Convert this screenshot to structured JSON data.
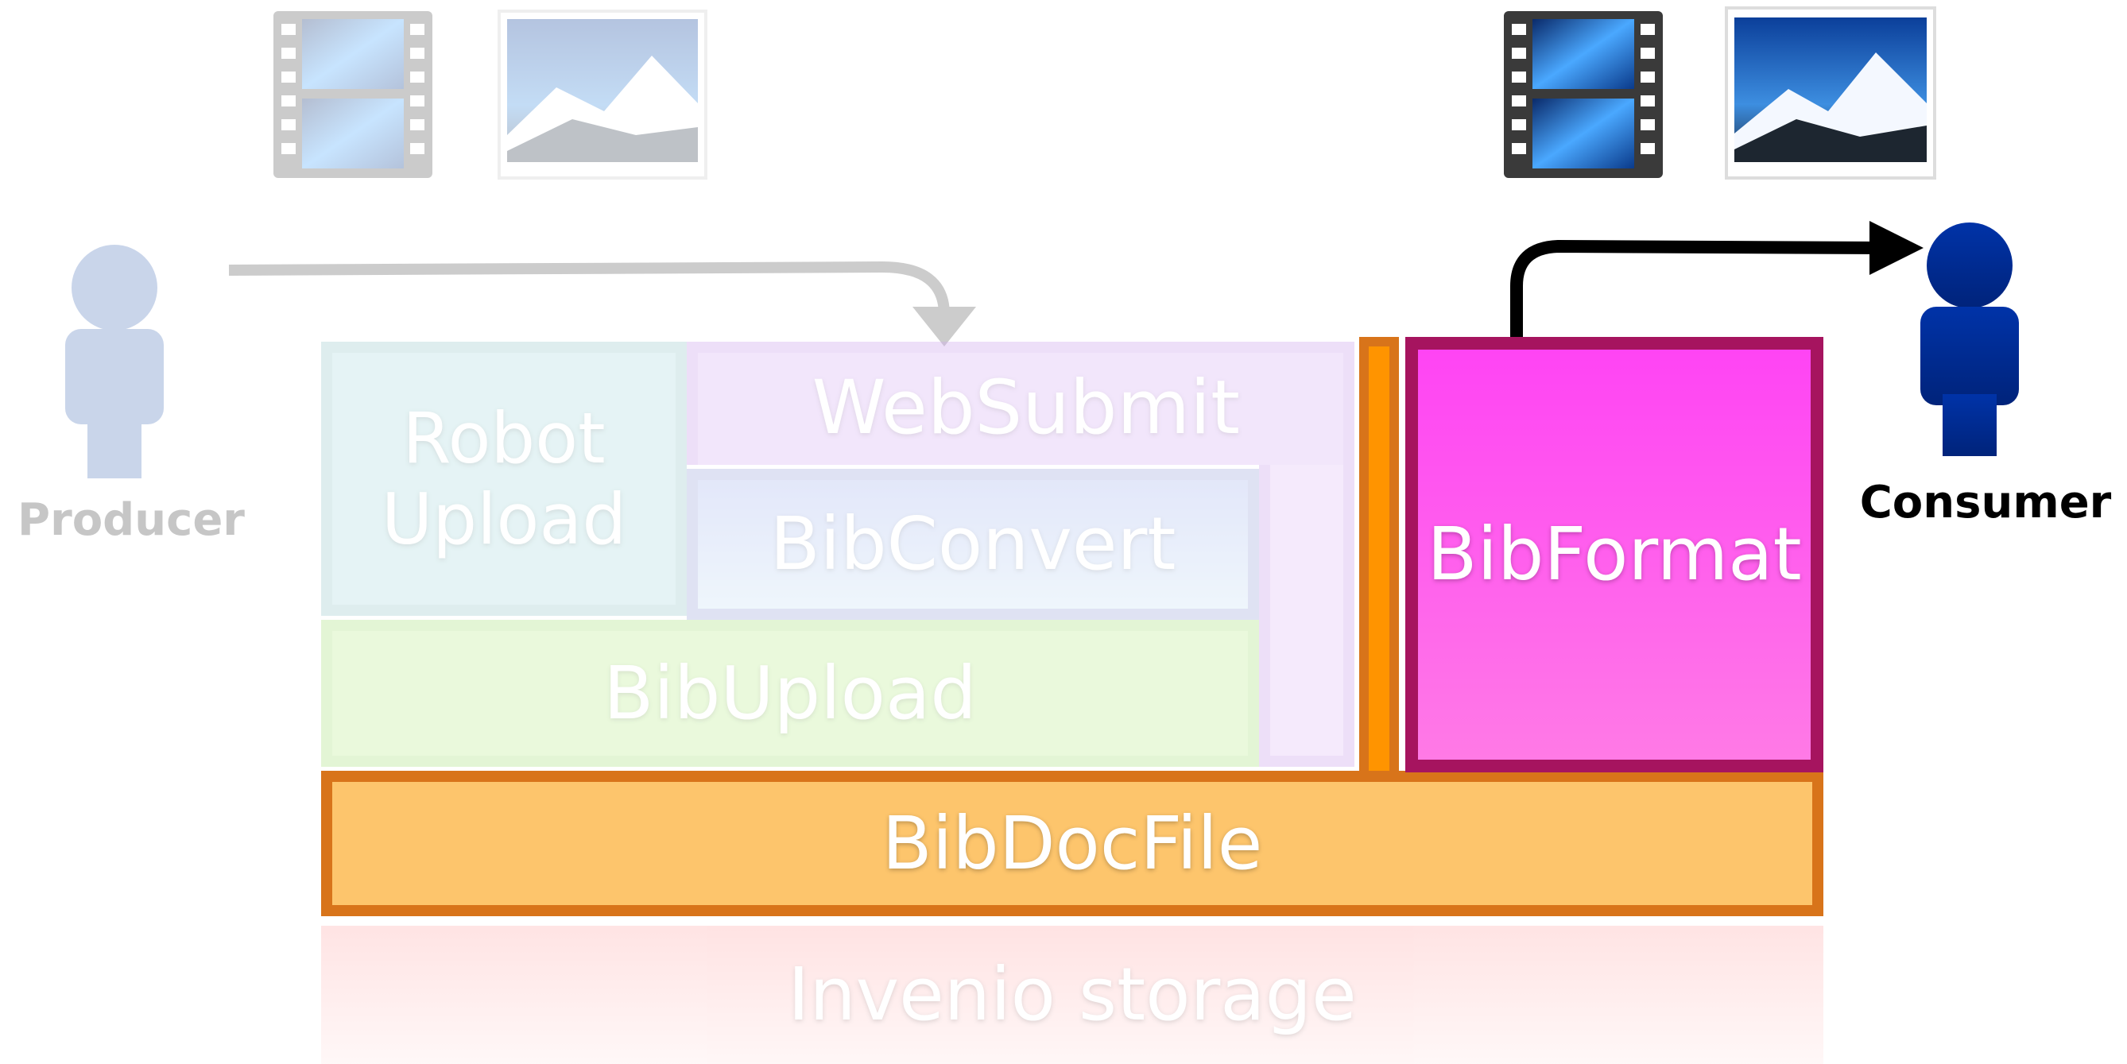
{
  "blocks": {
    "robot_upload": "Robot\nUpload",
    "websubmit": "WebSubmit",
    "bibconvert": "BibConvert",
    "bibupload": "BibUpload",
    "bibformat": "BibFormat",
    "bibdocfile": "BibDocFile",
    "invenio_storage": "Invenio storage"
  },
  "actors": {
    "producer": "Producer",
    "consumer": "Consumer"
  },
  "colors": {
    "producer_person": "#c9d5ea",
    "consumer_person": "#002b95",
    "bibformat": "#ff44f4",
    "bibdocfile": "#fdc56c",
    "flow_arrow_inactive": "#c8c8c8",
    "flow_arrow_active": "#000000"
  },
  "icons": [
    "film-strip-icon",
    "mountain-photo-icon"
  ]
}
